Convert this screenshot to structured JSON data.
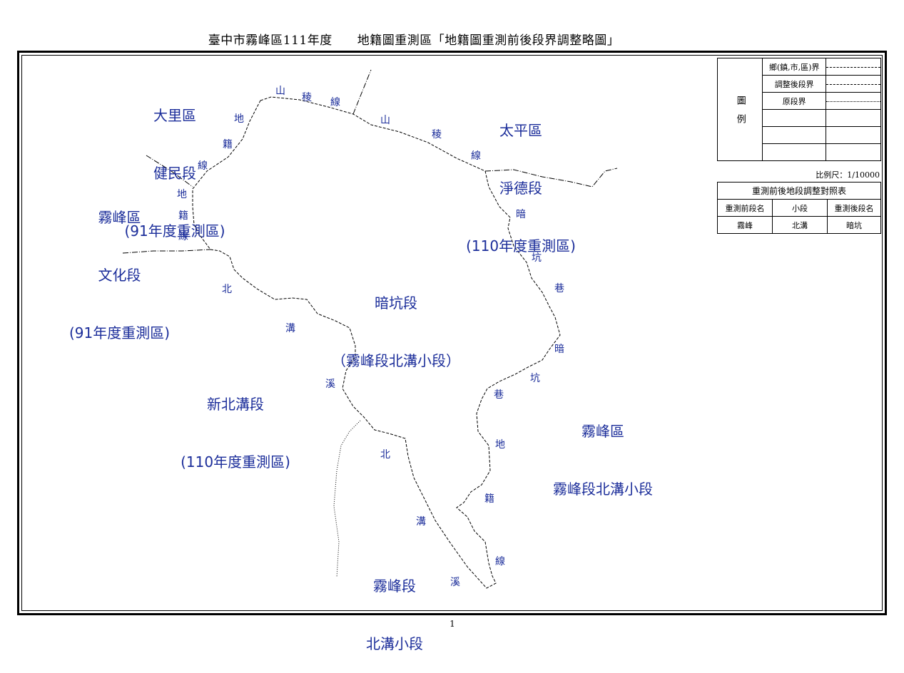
{
  "header": {
    "title": "臺中市霧峰區111年度　　地籍圖重測區「地籍圖重測前後段界調整略圖」"
  },
  "legend": {
    "label": "圖　例",
    "rows": [
      {
        "name": "鄉(鎮,市,區)界"
      },
      {
        "name": "調整後段界"
      },
      {
        "name": "原段界"
      }
    ]
  },
  "scale": "比例尺：1/10000",
  "comparison": {
    "title": "重測前後地段調整對照表",
    "headers": [
      "重測前段名",
      "小段",
      "重測後段名"
    ],
    "row": [
      "霧峰",
      "北溝",
      "暗坑"
    ]
  },
  "areas": {
    "dali": {
      "l1": "大里區",
      "l2": "健民段",
      "l3": "(91年度重測區)"
    },
    "taiping": {
      "l1": "太平區",
      "l2": "淨德段",
      "l3": "(110年度重測區)"
    },
    "wufeng_wenhua": {
      "l1": "霧峰區",
      "l2": "文化段",
      "l3": "(91年度重測區)"
    },
    "ankeng": {
      "l1": "暗坑段",
      "l2": "（霧峰段北溝小段）"
    },
    "xinbeigou": {
      "l1": "新北溝段",
      "l2": "(110年度重測區)"
    },
    "wufeng_east": {
      "l1": "霧峰區",
      "l2": "霧峰段北溝小段"
    },
    "wufeng_south": {
      "l1": "霧峰段",
      "l2": "北溝小段"
    }
  },
  "boundary_chars": {
    "ridge_a": [
      "山",
      "稜",
      "線"
    ],
    "ridge_b": [
      "山",
      "稜",
      "線"
    ],
    "cadastral_a": [
      "地",
      "籍",
      "線"
    ],
    "cadastral_b": [
      "地",
      "籍",
      "線"
    ],
    "creek_a": [
      "北",
      "溝",
      "溪"
    ],
    "alley": [
      "暗",
      "坑",
      "巷",
      "暗",
      "坑",
      "巷"
    ],
    "cadastral_c": [
      "地",
      "籍",
      "線"
    ],
    "creek_b": [
      "北",
      "溝",
      "溪"
    ]
  },
  "page_number": "1"
}
